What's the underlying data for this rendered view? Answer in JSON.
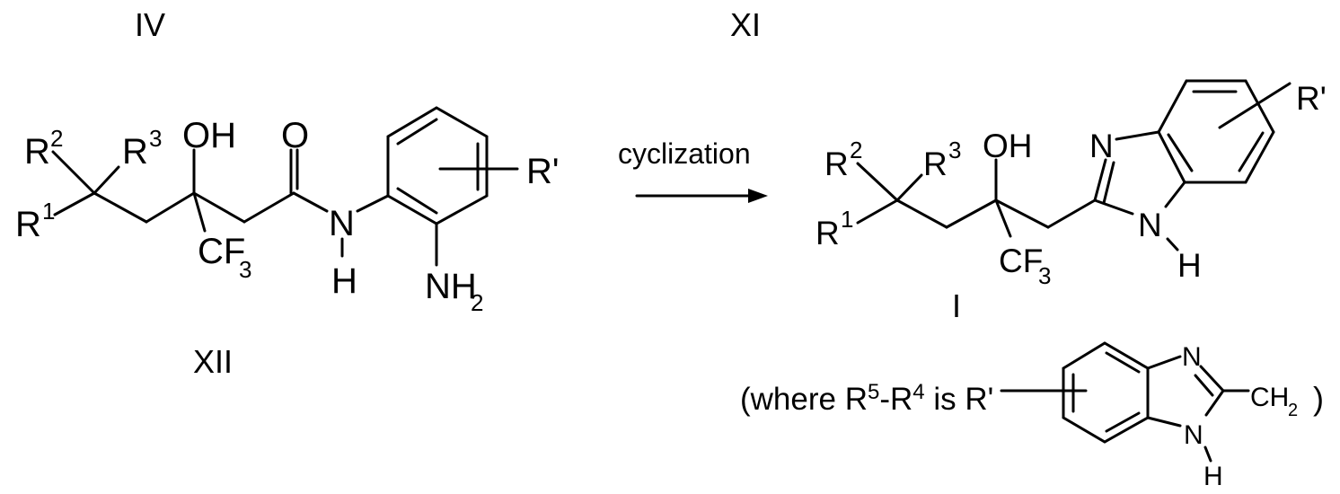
{
  "titles": {
    "left_top": "IV",
    "center_top": "XI",
    "left_bottom": "XII",
    "product": "I"
  },
  "reaction": {
    "arrow_label": "cyclization"
  },
  "reactant": {
    "r1": "R",
    "r1_sup": "1",
    "r2": "R",
    "r2_sup": "2",
    "r3": "R",
    "r3_sup": "3",
    "oh": "OH",
    "cf": "CF",
    "cf_sub": "3",
    "carbonyl_o": "O",
    "amide_n": "N",
    "amide_h": "H",
    "nh": "NH",
    "nh_sub": "2",
    "r_prime": "R'"
  },
  "product": {
    "r1": "R",
    "r1_sup": "1",
    "r2": "R",
    "r2_sup": "2",
    "r3": "R",
    "r3_sup": "3",
    "oh": "OH",
    "cf": "CF",
    "cf_sub": "3",
    "n3": "N",
    "n1": "N",
    "nh_h": "H",
    "r_prime": "R'"
  },
  "footnote": {
    "open": "(where R",
    "sup5": "5",
    "dash_r": "-R",
    "sup4": "4",
    "is": " is R'",
    "ch": "CH",
    "ch_sub": "2",
    "close": ")",
    "n3": "N",
    "n1": "N",
    "h": "H"
  }
}
